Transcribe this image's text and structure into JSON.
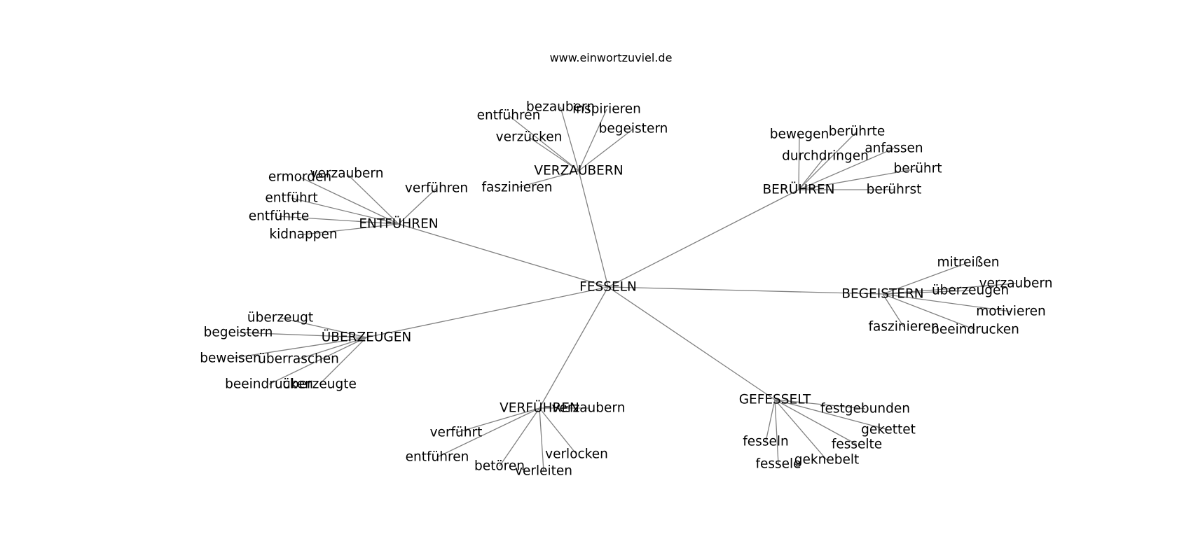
{
  "header": {
    "title": "www.einwortzuviel.de"
  },
  "graph": {
    "center": "FESSELN",
    "clusters": [
      {
        "label": "VERZAUBERN",
        "words": [
          "bezaubern",
          "inspirieren",
          "entführen",
          "begeistern",
          "verzücken",
          "faszinieren"
        ]
      },
      {
        "label": "BERÜHREN",
        "words": [
          "bewegen",
          "berührte",
          "durchdringen",
          "anfassen",
          "berührt",
          "berührst"
        ]
      },
      {
        "label": "ENTFÜHREN",
        "words": [
          "ermorden",
          "verzaubern",
          "verführen",
          "entführt",
          "entführte",
          "kidnappen"
        ]
      },
      {
        "label": "BEGEISTERN",
        "words": [
          "mitreißen",
          "verzaubern",
          "überzeugen",
          "motivieren",
          "faszinieren",
          "beeindrucken"
        ]
      },
      {
        "label": "ÜBERZEUGEN",
        "words": [
          "überzeugt",
          "begeistern",
          "beweisen",
          "überraschen",
          "beeindrucken",
          "überzeugte"
        ]
      },
      {
        "label": "VERFÜHREN",
        "words": [
          "verzaubern",
          "verführt",
          "entführen",
          "betören",
          "verleiten",
          "verlocken"
        ]
      },
      {
        "label": "GEFESSELT",
        "words": [
          "festgebunden",
          "gekettet",
          "fesselte",
          "fesseln",
          "geknebelt",
          "fessele"
        ]
      }
    ]
  }
}
